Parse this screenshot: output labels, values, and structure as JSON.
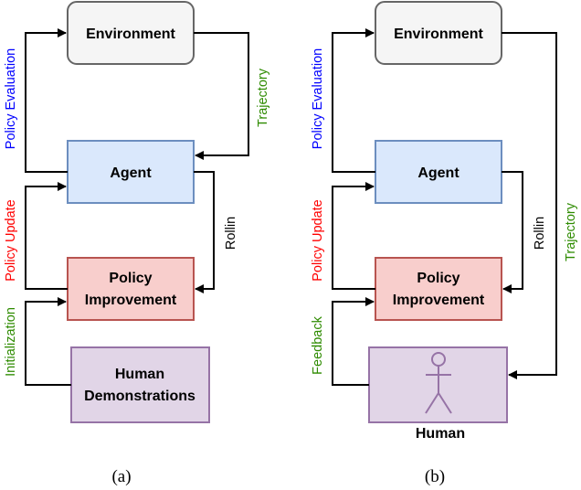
{
  "colors": {
    "env_fill": "#f5f5f5",
    "env_stroke": "#666666",
    "agent_fill": "#dae8fc",
    "agent_stroke": "#6c8ebf",
    "improve_fill": "#f8cecc",
    "improve_stroke": "#b85450",
    "human_fill": "#e1d5e7",
    "human_stroke": "#9673a6",
    "label_blue": "#0000ff",
    "label_red": "#ff0000",
    "label_green": "#2e8b00"
  },
  "panel_a": {
    "environment": "Environment",
    "agent": "Agent",
    "policy_improvement_line1": "Policy",
    "policy_improvement_line2": "Improvement",
    "human_demo_line1": "Human",
    "human_demo_line2": "Demonstrations",
    "label_policy_evaluation": "Policy Evaluation",
    "label_policy_update": "Policy Update",
    "label_initialization": "Initialization",
    "label_trajectory": "Trajectory",
    "label_rollin": "Rollin",
    "caption": "(a)"
  },
  "panel_b": {
    "environment": "Environment",
    "agent": "Agent",
    "policy_improvement_line1": "Policy",
    "policy_improvement_line2": "Improvement",
    "human": "Human",
    "human_icon": "person-icon",
    "label_policy_evaluation": "Policy Evaluation",
    "label_policy_update": "Policy Update",
    "label_feedback": "Feedback",
    "label_rollin": "Rollin",
    "label_trajectory": "Trajectory",
    "caption": "(b)"
  }
}
